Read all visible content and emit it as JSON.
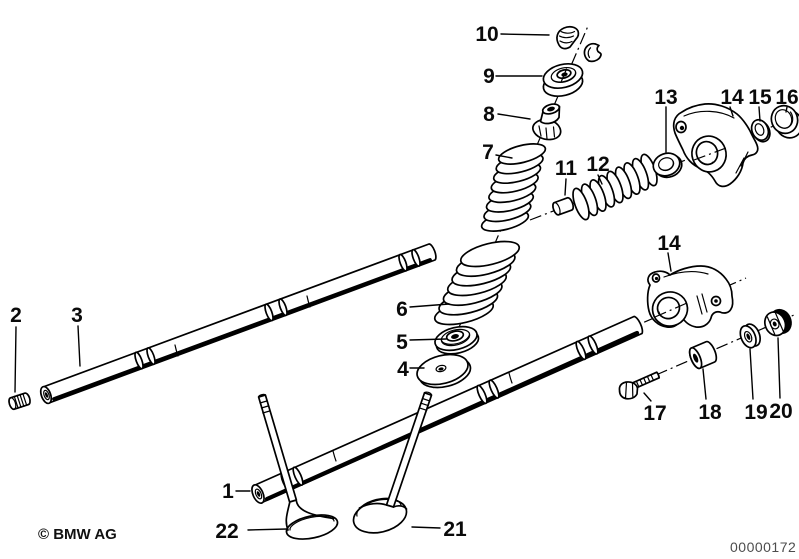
{
  "callouts": {
    "n1": "1",
    "n2": "2",
    "n3": "3",
    "n4": "4",
    "n5": "5",
    "n6": "6",
    "n7": "7",
    "n8": "8",
    "n9": "9",
    "n10": "10",
    "n11": "11",
    "n12": "12",
    "n13": "13",
    "n14a": "14",
    "n14b": "14",
    "n15": "15",
    "n16": "16",
    "n17": "17",
    "n18": "18",
    "n19": "19",
    "n20": "20",
    "n21": "21",
    "n22": "22"
  },
  "footer": {
    "copyright": "© BMW AG",
    "document_number": "00000172"
  },
  "colors": {
    "line": "#000000",
    "background": "#ffffff",
    "document_number_text": "#4d4d4d"
  }
}
